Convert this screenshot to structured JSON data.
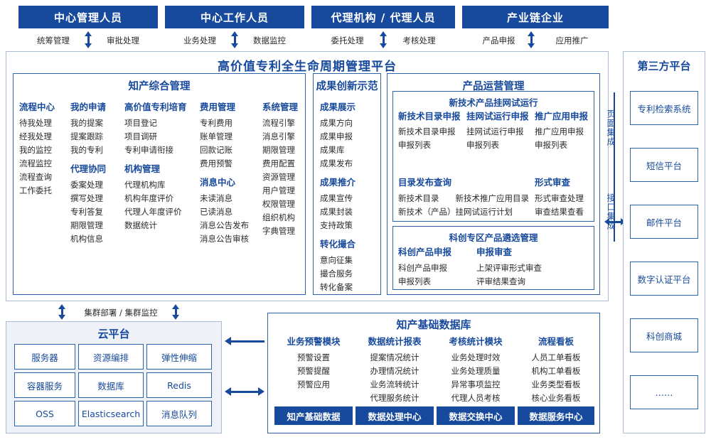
{
  "roles": [
    {
      "title": "中心管理人员",
      "subs": [
        "统筹管理",
        "审批处理"
      ]
    },
    {
      "title": "中心工作人员",
      "subs": [
        "业务处理",
        "数据监控"
      ]
    },
    {
      "title": "代理机构 / 代理人员",
      "subs": [
        "委托处理",
        "考核处理"
      ]
    },
    {
      "title": "产业链企业",
      "subs": [
        "产品申报",
        "应用推广"
      ]
    }
  ],
  "platform": {
    "title": "高价值专利全生命周期管理平台",
    "left_panel": {
      "title": "知产综合管理",
      "columns": [
        {
          "groups": [
            {
              "head": "流程中心",
              "items": [
                "待我处理",
                "经我处理",
                "我的监控",
                "流程监控",
                "流程查询",
                "工作委托"
              ]
            }
          ]
        },
        {
          "groups": [
            {
              "head": "我的申请",
              "items": [
                "我的提案",
                "提案跟踪",
                "我的专利"
              ]
            },
            {
              "head": "代理协同",
              "items": [
                "委案处理",
                "撰写处理",
                "专利答复",
                "期限管理",
                "机构信息"
              ]
            }
          ]
        },
        {
          "groups": [
            {
              "head": "高价值专利培育",
              "items": [
                "项目登记",
                "项目调研",
                "专利申请衔接"
              ]
            },
            {
              "head": "机构管理",
              "items": [
                "代理机构库",
                "机构年度评价",
                "代理人年度评价",
                "数据统计"
              ]
            }
          ]
        },
        {
          "groups": [
            {
              "head": "费用管理",
              "items": [
                "专利费用",
                "账单管理",
                "回款记账",
                "费用预警"
              ]
            },
            {
              "head": "消息中心",
              "items": [
                "未读消息",
                "已读消息",
                "消息公告发布",
                "消息公告审核"
              ]
            }
          ]
        },
        {
          "groups": [
            {
              "head": "系统管理",
              "items": [
                "流程引擎",
                "消息引擎",
                "期限管理",
                "费用配置",
                "资源管理",
                "用户管理",
                "权限管理",
                "组织机构",
                "字典管理"
              ]
            }
          ]
        }
      ]
    },
    "mid_panel": {
      "title": "成果创新示范",
      "groups": [
        {
          "head": "成果展示",
          "items": [
            "成果方向",
            "成果申报",
            "成果库",
            "成果发布"
          ]
        },
        {
          "head": "成果推介",
          "items": [
            "成果宣传",
            "成果封装",
            "支持政策"
          ]
        },
        {
          "head": "转化撮合",
          "items": [
            "意向征集",
            "撮合服务",
            "转化备案"
          ]
        }
      ]
    },
    "right_panel": {
      "title": "产品运营管理",
      "sub1": {
        "title": "新技术产品挂网试运行",
        "columns": [
          {
            "head": "新技术目录申报",
            "items": [
              "新技术目录申报",
              "申报列表"
            ]
          },
          {
            "head": "挂网试运行申报",
            "items": [
              "挂网试运行申报",
              "申报列表"
            ]
          },
          {
            "head": "推广应用申报",
            "items": [
              "推广应用申报",
              "申报列表"
            ]
          }
        ],
        "columns2": [
          {
            "head": "目录发布查询",
            "items": [
              "新技术目录　　新技术推广应用目录",
              "新技术（产品）挂网试运行计划"
            ]
          },
          {
            "head": "形式审查",
            "items": [
              "形式审查处理",
              "审查结果查看"
            ]
          }
        ]
      },
      "sub2": {
        "title": "科创专区产品遴选管理",
        "columns": [
          {
            "head": "科创产品申报",
            "items": [
              "科创产品申报",
              "申报列表"
            ]
          },
          {
            "head": "申报审查",
            "items": [
              "上架评审形式审查",
              "评审结果查询"
            ]
          }
        ]
      }
    },
    "integration": {
      "top": "页面集成",
      "bottom": "接口集成"
    }
  },
  "third_party": {
    "title": "第三方平台",
    "items": [
      "专利检索系统",
      "短信平台",
      "邮件平台",
      "数字认证平台",
      "科创商城",
      "……"
    ]
  },
  "cloud": {
    "deploy_label": "集群部署 / 集群监控",
    "title": "云平台",
    "cells": [
      "服务器",
      "资源编排",
      "弹性伸缩",
      "容器服务",
      "数据库",
      "Redis",
      "OSS",
      "Elasticsearch",
      "消息队列"
    ]
  },
  "database": {
    "title": "知产基础数据库",
    "columns": [
      {
        "head": "业务预警模块",
        "items": [
          "预警设置",
          "预警提醒",
          "预警应用"
        ]
      },
      {
        "head": "数据统计报表",
        "items": [
          "提案情况统计",
          "办理情况统计",
          "业务流转统计",
          "代理服务统计"
        ]
      },
      {
        "head": "考核统计模块",
        "items": [
          "业务处理时效",
          "业务处理质量",
          "异常事项监控",
          "代理人员考核"
        ]
      },
      {
        "head": "流程看板",
        "items": [
          "人员工单看板",
          "机构工单看板",
          "业务类型看板",
          "核心业务看板"
        ]
      }
    ],
    "footer": [
      "知产基础数据",
      "数据处理中心",
      "数据交换中心",
      "数据服务中心"
    ]
  },
  "colors": {
    "brand": "#17499c",
    "panel_border": "#2d62ad",
    "light_bg": "#eef2f8"
  }
}
